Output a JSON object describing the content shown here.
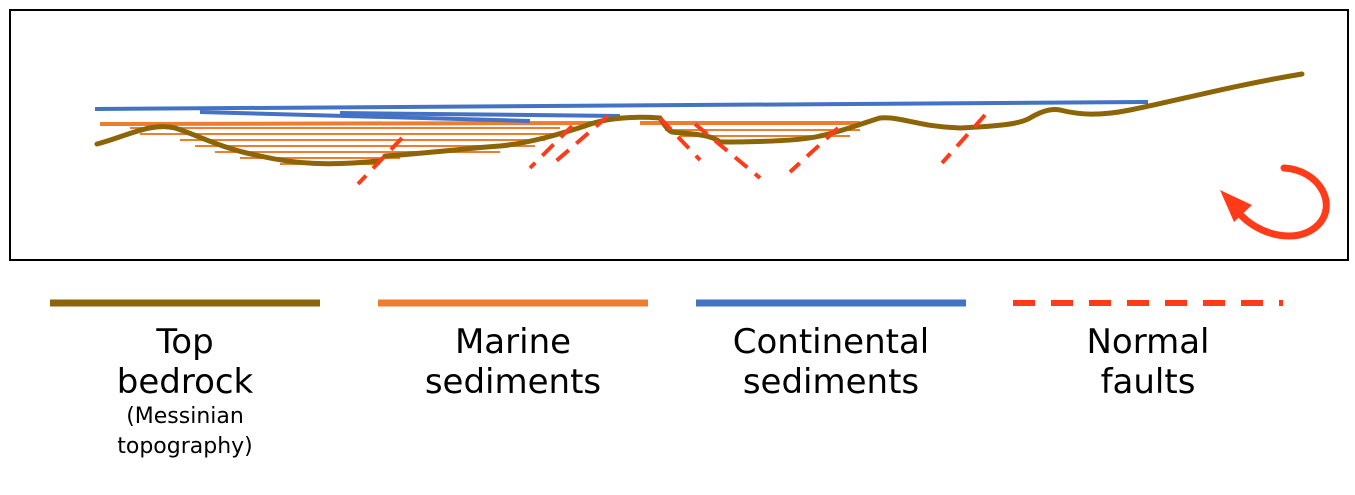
{
  "colors": {
    "bedrock": "#8B6508",
    "marine": "#ED7D31",
    "continental": "#4472C4",
    "faults": "#FF3B1A",
    "frame": "#000000"
  },
  "legend": [
    {
      "key": "bedrock",
      "label_line1": "Top",
      "label_line2": "bedrock",
      "sublabel_line1": "(Messinian",
      "sublabel_line2": "topography)",
      "style": "solid"
    },
    {
      "key": "marine",
      "label_line1": "Marine",
      "label_line2": "sediments",
      "style": "solid"
    },
    {
      "key": "continental",
      "label_line1": "Continental",
      "label_line2": "sediments",
      "style": "solid"
    },
    {
      "key": "faults",
      "label_line1": "Normal",
      "label_line2": "faults",
      "style": "dashed"
    }
  ],
  "rotation_arrow_icon": "clockwise-rotation-arrow"
}
